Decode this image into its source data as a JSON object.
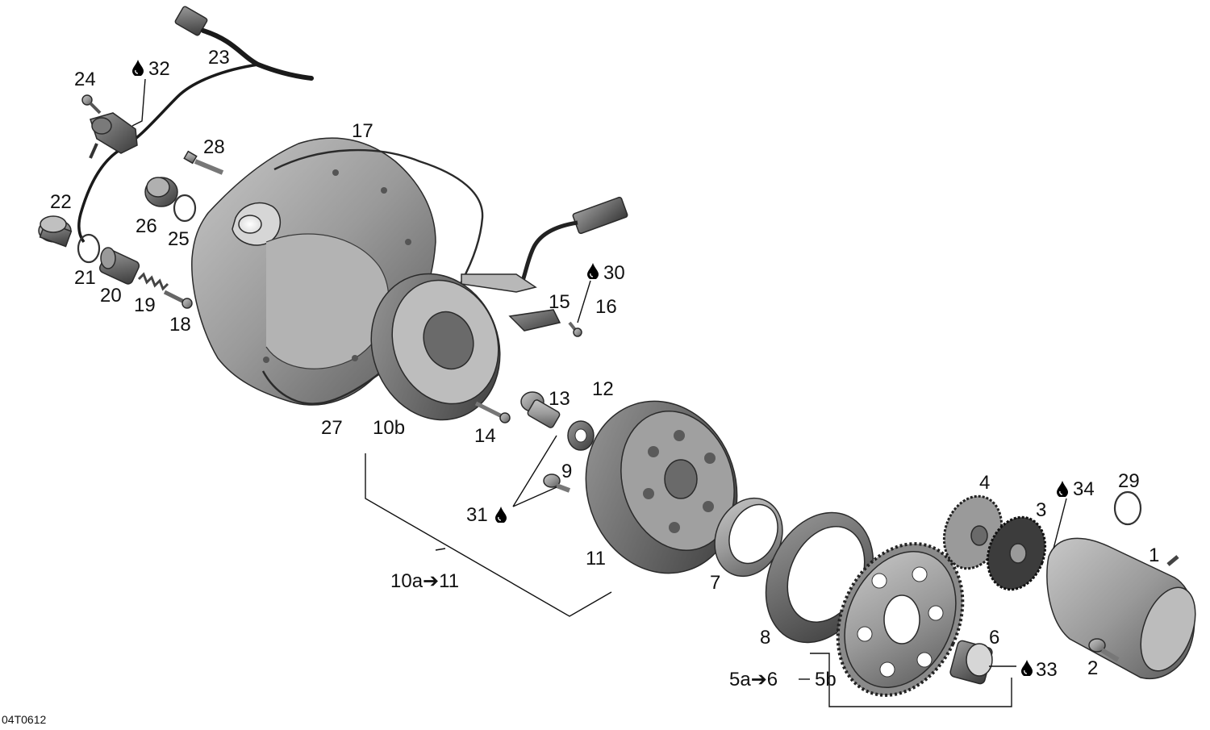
{
  "drawing_id": "04T0612",
  "colors": {
    "part_dark": "#4a4a4a",
    "part_mid": "#8a8a8a",
    "part_light": "#b9b9b9",
    "part_face": "#a3a3a3",
    "outline": "#2a2a2a",
    "label": "#111111"
  },
  "callouts": {
    "c1": "1",
    "c2": "2",
    "c3": "3",
    "c4": "4",
    "c5a6": "5a➔6",
    "c5b": "5b",
    "c6": "6",
    "c7": "7",
    "c8": "8",
    "c9": "9",
    "c10a11": "10a➔11",
    "c10b": "10b",
    "c11": "11",
    "c12": "12",
    "c13": "13",
    "c14": "14",
    "c15": "15",
    "c16": "16",
    "c17": "17",
    "c18": "18",
    "c19": "19",
    "c20": "20",
    "c21": "21",
    "c22": "22",
    "c23": "23",
    "c24": "24",
    "c25": "25",
    "c26": "26",
    "c27": "27",
    "c28": "28",
    "c29": "29",
    "c30": "30",
    "c31": "31",
    "c32": "32",
    "c33": "33",
    "c34": "34"
  },
  "lubricant_icons": [
    "drop-icon"
  ]
}
